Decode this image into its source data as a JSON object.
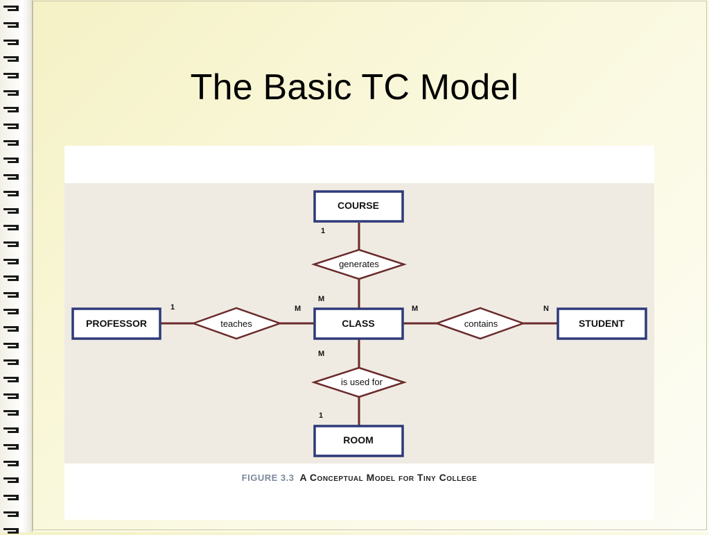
{
  "slide": {
    "title": "The Basic TC Model"
  },
  "figure": {
    "caption_number": "FIGURE 3.3",
    "caption_text": "A Conceptual Model for Tiny College",
    "entities": {
      "course": "COURSE",
      "class": "CLASS",
      "professor": "PROFESSOR",
      "student": "STUDENT",
      "room": "ROOM"
    },
    "relationships": {
      "generates": "generates",
      "teaches": "teaches",
      "contains": "contains",
      "is_used_for": "is used for"
    },
    "cardinalities": {
      "course_side": "1",
      "class_from_course": "M",
      "professor_side": "1",
      "class_from_professor": "M",
      "class_to_student": "M",
      "student_side": "N",
      "class_to_room": "M",
      "room_side": "1"
    },
    "colors": {
      "entity_border": "#2e3a78",
      "relationship_line": "#6b2b2b",
      "band_background": "#efebe3"
    }
  }
}
